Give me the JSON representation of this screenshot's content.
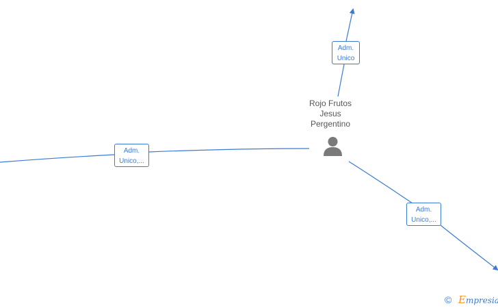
{
  "person": {
    "name_lines": [
      "Rojo Frutos",
      "Jesus",
      "Pergentino"
    ],
    "icon": "person-icon"
  },
  "relations": [
    {
      "id": "top",
      "label_lines": [
        "Adm.",
        "Unico"
      ]
    },
    {
      "id": "left",
      "label_lines": [
        "Adm.",
        "Unico,..."
      ]
    },
    {
      "id": "right",
      "label_lines": [
        "Adm.",
        "Unico,..."
      ]
    }
  ],
  "footer": {
    "copyright_symbol": "©",
    "brand_first": "E",
    "brand_rest": "mpresia"
  },
  "colors": {
    "edge": "#3a7bd5",
    "text": "#555555",
    "icon": "#7a7a7a",
    "brand_accent": "#f7931e"
  }
}
